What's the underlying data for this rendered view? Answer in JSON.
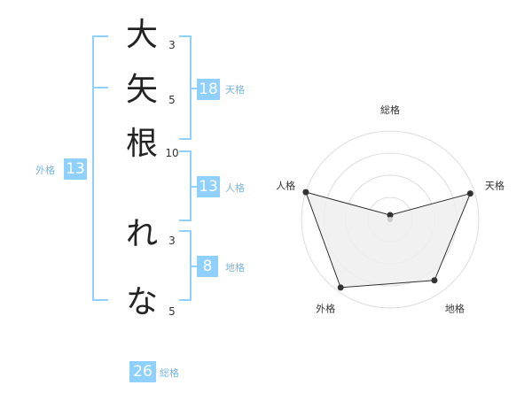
{
  "name": {
    "characters": [
      "大",
      "矢",
      "根",
      "れ",
      "な"
    ],
    "strokes": [
      "3",
      "5",
      "10",
      "3",
      "5"
    ]
  },
  "fortune": {
    "tenkaku": {
      "value": "18",
      "label": "天格"
    },
    "jinkaku": {
      "value": "13",
      "label": "人格"
    },
    "chikaku": {
      "value": "8",
      "label": "地格"
    },
    "gaikaku": {
      "value": "13",
      "label": "外格"
    },
    "soukaku": {
      "value": "26",
      "label": "総格"
    }
  },
  "radar": {
    "axes": [
      "総格",
      "天格",
      "地格",
      "外格",
      "人格"
    ],
    "levels": [
      0.05,
      0.95,
      0.85,
      0.95,
      1.0
    ],
    "ring_count": 4
  },
  "colors": {
    "accent": "#8fd0ff",
    "label": "#78b8e0",
    "text": "#222222"
  }
}
